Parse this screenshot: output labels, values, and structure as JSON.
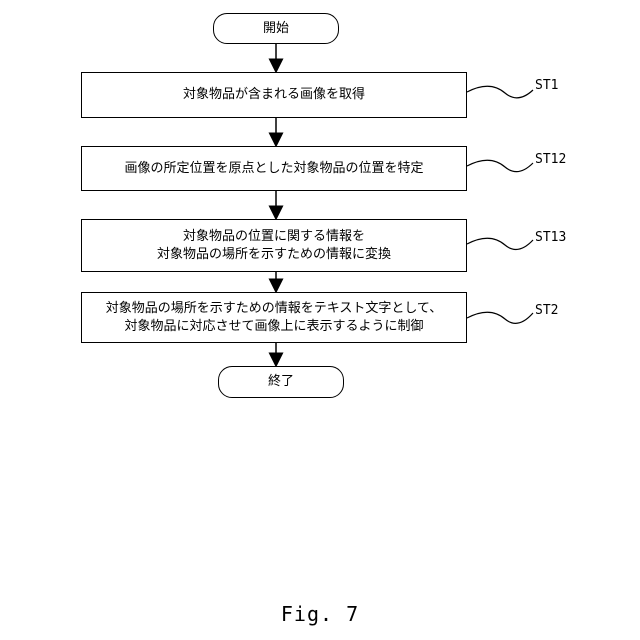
{
  "flowchart": {
    "start": "開始",
    "steps": [
      {
        "id": "ST1",
        "lines": [
          "対象物品が含まれる画像を取得"
        ]
      },
      {
        "id": "ST12",
        "lines": [
          "画像の所定位置を原点とした対象物品の位置を特定"
        ]
      },
      {
        "id": "ST13",
        "lines": [
          "対象物品の位置に関する情報を",
          "対象物品の場所を示すための情報に変換"
        ]
      },
      {
        "id": "ST2",
        "lines": [
          "対象物品の場所を示すための情報をテキスト文字として、",
          "対象物品に対応させて画像上に表示するように制御"
        ]
      }
    ],
    "end": "終了"
  },
  "caption": "Fig. 7"
}
